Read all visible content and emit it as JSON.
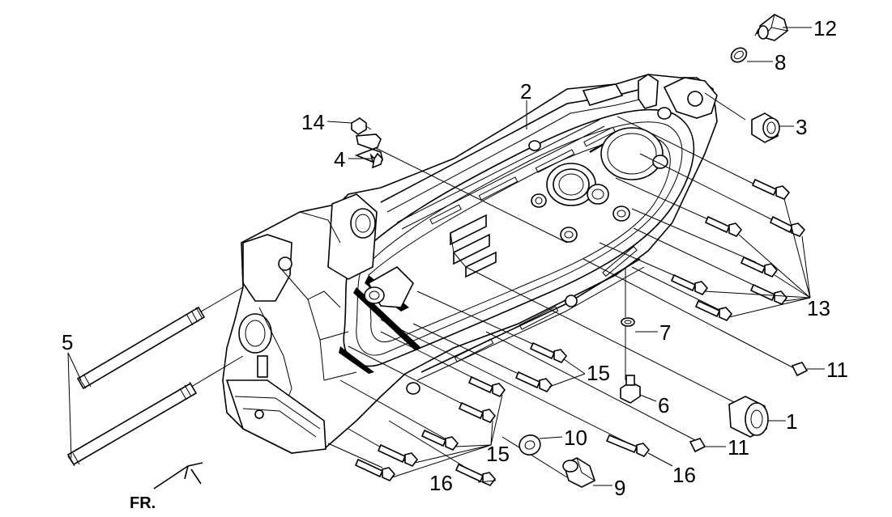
{
  "diagram": {
    "direction_label": "FR.",
    "callouts": [
      {
        "id": "c1",
        "text": "1"
      },
      {
        "id": "c2",
        "text": "2"
      },
      {
        "id": "c3",
        "text": "3"
      },
      {
        "id": "c4",
        "text": "4"
      },
      {
        "id": "c5",
        "text": "5"
      },
      {
        "id": "c6",
        "text": "6"
      },
      {
        "id": "c7",
        "text": "7"
      },
      {
        "id": "c8",
        "text": "8"
      },
      {
        "id": "c9",
        "text": "9"
      },
      {
        "id": "c10",
        "text": "10"
      },
      {
        "id": "c11a",
        "text": "11"
      },
      {
        "id": "c11b",
        "text": "11"
      },
      {
        "id": "c12",
        "text": "12"
      },
      {
        "id": "c13",
        "text": "13"
      },
      {
        "id": "c14",
        "text": "14"
      },
      {
        "id": "c15a",
        "text": "15"
      },
      {
        "id": "c15b",
        "text": "15"
      },
      {
        "id": "c16a",
        "text": "16"
      },
      {
        "id": "c16b",
        "text": "16"
      }
    ]
  }
}
